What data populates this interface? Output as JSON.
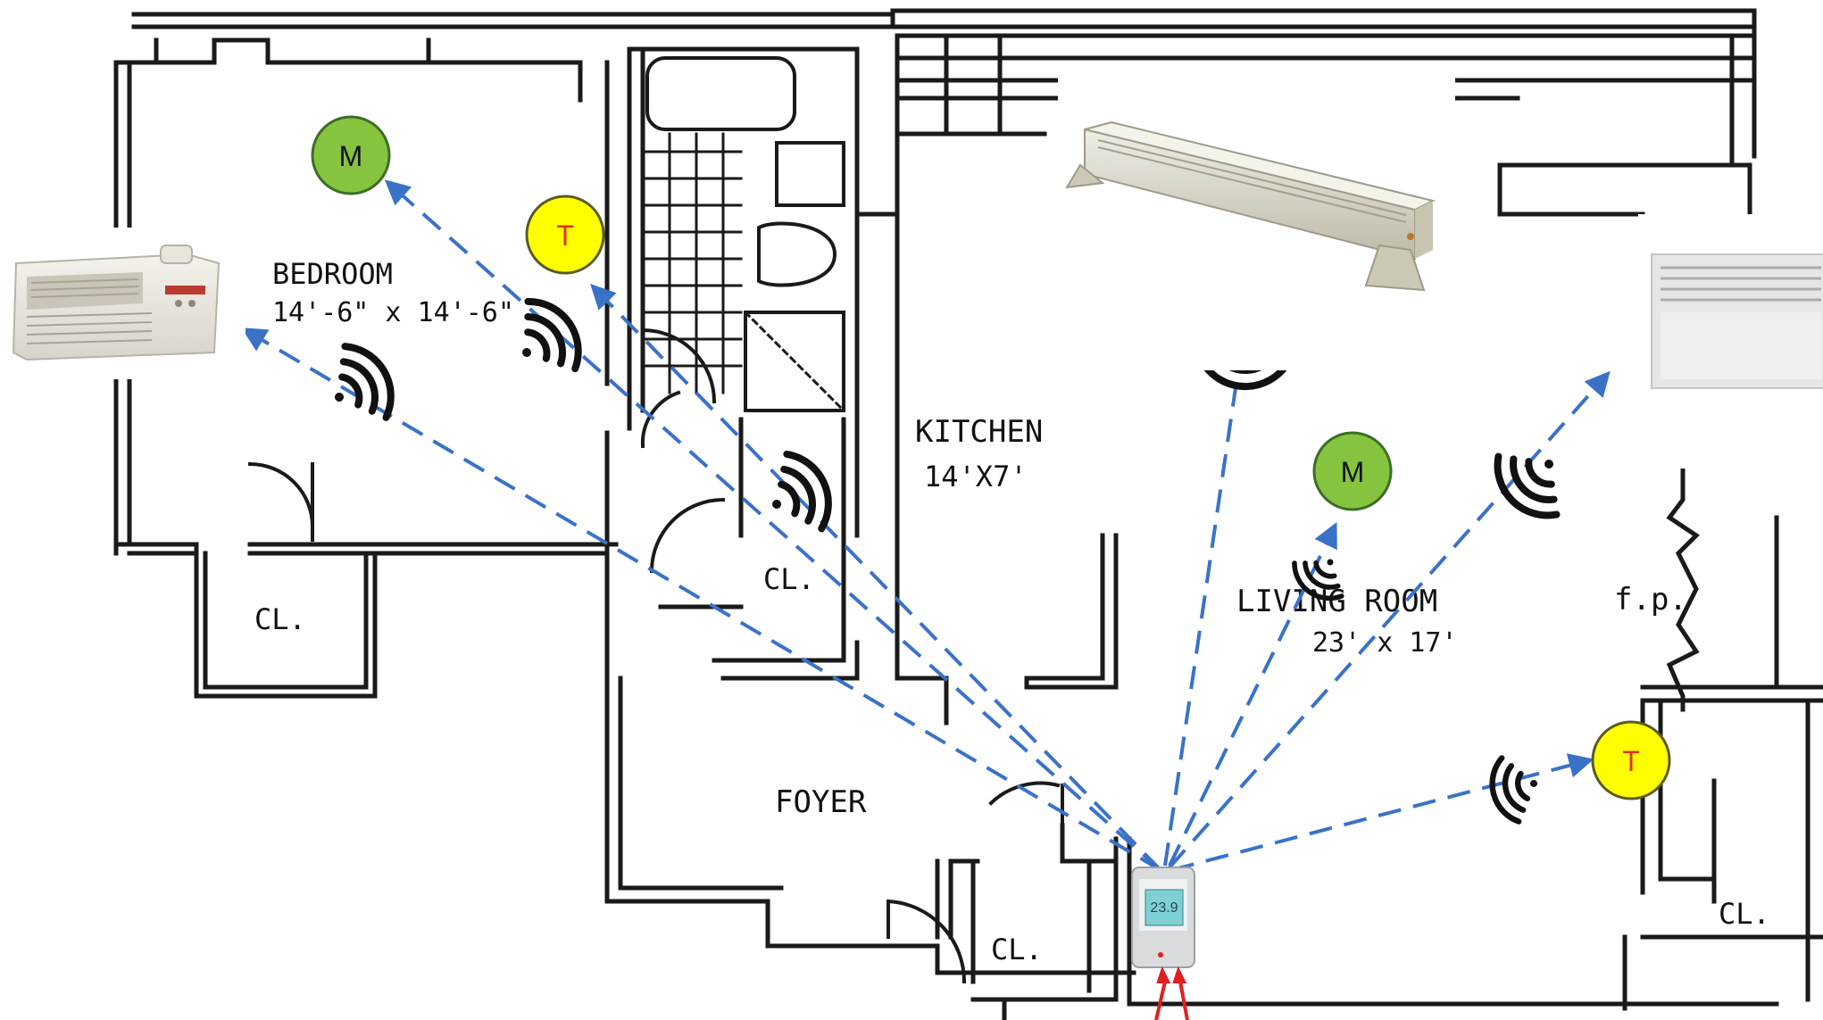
{
  "rooms": {
    "bedroom": {
      "name": "BEDROOM",
      "dims": "14'-6\" x 14'-6\""
    },
    "kitchen": {
      "name": "KITCHEN",
      "dims": "14'X7'"
    },
    "living_room": {
      "name": "LIVING ROOM",
      "dims": "23' x 17'"
    },
    "foyer": {
      "name": "FOYER"
    },
    "closets": [
      "CL.",
      "CL.",
      "CL.",
      "CL."
    ],
    "fireplace": "f.p."
  },
  "sensors": [
    {
      "kind": "motion",
      "letter": "M",
      "room": "bedroom",
      "color": "#86c440"
    },
    {
      "kind": "temperature",
      "letter": "T",
      "room": "bedroom",
      "color": "#ffff00",
      "text_color": "#e03020"
    },
    {
      "kind": "motion",
      "letter": "M",
      "room": "living_room",
      "color": "#86c440"
    },
    {
      "kind": "temperature",
      "letter": "T",
      "room": "living_room",
      "color": "#ffff00",
      "text_color": "#e03020"
    }
  ],
  "devices": [
    {
      "kind": "ptac-ac-unit",
      "room": "bedroom"
    },
    {
      "kind": "baseboard-heater",
      "room": "kitchen"
    },
    {
      "kind": "wall-ac-unit",
      "room": "living_room"
    }
  ],
  "controller": {
    "kind": "wall-thermostat",
    "display": "23.9"
  },
  "colors": {
    "link": "#3a72c8",
    "walls": "#1a1a1a",
    "power": "#e02020"
  }
}
